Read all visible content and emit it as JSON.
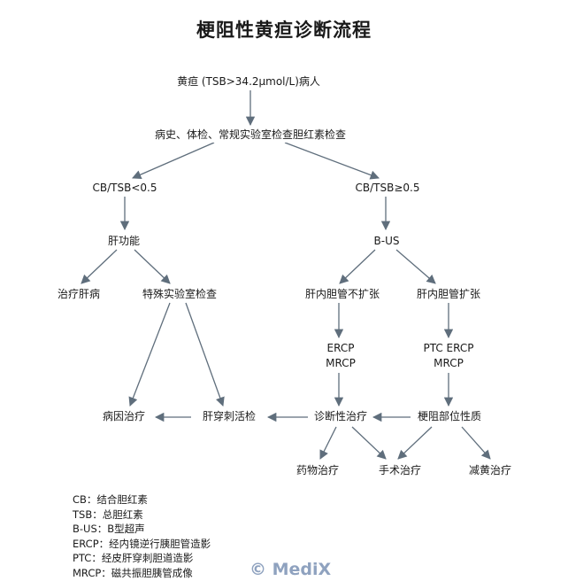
{
  "title": "梗阻性黄疸诊断流程",
  "nodes": {
    "start": "黄疸 (TSB>34.2μmol/L)病人",
    "history": "病史、体检、常规实验室检查胆红素检查",
    "ratio_low": "CB/TSB<0.5",
    "ratio_high": "CB/TSB≥0.5",
    "liver_function": "肝功能",
    "bus": "B-US",
    "treat_liver": "治疗肝病",
    "special_lab": "特殊实验室检查",
    "no_dilation": "肝内胆管不扩张",
    "dilation": "肝内胆管扩张",
    "ercp_mrcp_line1": "ERCP",
    "ercp_mrcp_line2": "MRCP",
    "ptc_line1": "PTC ERCP",
    "ptc_line2": "MRCP",
    "etiology_treat": "病因治疗",
    "liver_biopsy": "肝穿刺活检",
    "diagnostic_treat": "诊断性治疗",
    "obstruction_site": "梗阻部位性质",
    "drug_treat": "药物治疗",
    "surgery": "手术治疗",
    "relief_treat": "减黄治疗"
  },
  "legend": [
    "CB：结合胆红素",
    "TSB：总胆红素",
    "B-US：B型超声",
    "ERCP：经内镜逆行胰胆管造影",
    "PTC：经皮肝穿刺胆道造影",
    "MRCP：磁共振胆胰管成像"
  ],
  "watermark": "© MediX",
  "colors": {
    "arrow": "#5f6e7c",
    "text": "#1a1a1a",
    "watermark": "#8fa2bf"
  }
}
